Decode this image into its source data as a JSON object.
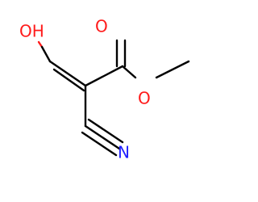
{
  "molecule": {
    "atoms": {
      "hydroxyl_label": "OH",
      "carbonyl_oxygen_label": "O",
      "ester_oxygen_label": "O",
      "nitrile_nitrogen_label": "N"
    },
    "colors": {
      "bond": "#000000",
      "oxygen": "#ff1a1a",
      "nitrogen": "#1f1fff",
      "background": "#ffffff"
    }
  }
}
